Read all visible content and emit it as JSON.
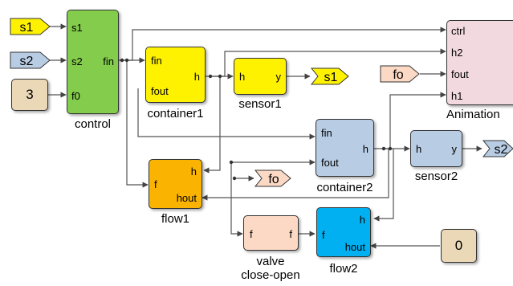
{
  "colors": {
    "control": "#84cc4c",
    "container1": "#fff200",
    "sensor1": "#fff200",
    "flow1": "#f9b300",
    "container2": "#b8cce4",
    "sensor2": "#b8cce4",
    "flow2": "#00b0f0",
    "valve": "#fbd9c4",
    "animation": "#f1d9df",
    "constant": "#ead8b7",
    "tag_yellow": "#fff200",
    "tag_blue": "#b8cce4",
    "tag_peach": "#fbd9c4",
    "wire": "#444444"
  },
  "blocks": {
    "control": {
      "name": "control",
      "ports": {
        "s1": "s1",
        "s2": "s2",
        "f0": "f0",
        "fin": "fin"
      }
    },
    "container1": {
      "name": "container1",
      "ports": {
        "fin": "fin",
        "fout": "fout",
        "h": "h"
      }
    },
    "sensor1": {
      "name": "sensor1",
      "ports": {
        "h": "h",
        "y": "y"
      }
    },
    "flow1": {
      "name": "flow1",
      "ports": {
        "h": "h",
        "f": "f",
        "hout": "hout"
      }
    },
    "container2": {
      "name": "container2",
      "ports": {
        "fin": "fin",
        "fout": "fout",
        "h": "h"
      }
    },
    "sensor2": {
      "name": "sensor2",
      "ports": {
        "h": "h",
        "y": "y"
      }
    },
    "valve": {
      "name_line1": "valve",
      "name_line2": "close-open",
      "ports": {
        "f_in": "f",
        "f_out": "f"
      }
    },
    "flow2": {
      "name": "flow2",
      "ports": {
        "h": "h",
        "f": "f",
        "hout": "hout"
      }
    },
    "animation": {
      "name": "Animation",
      "ports": {
        "ctrl": "ctrl",
        "h2": "h2",
        "fout": "fout",
        "h1": "h1"
      }
    },
    "const3": {
      "value": "3"
    },
    "const0": {
      "value": "0"
    }
  },
  "tags": {
    "s1_in": "s1",
    "s2_in": "s2",
    "s1_out": "s1",
    "s2_out": "s2",
    "fo_in": "fo",
    "fo_out": "fo"
  }
}
